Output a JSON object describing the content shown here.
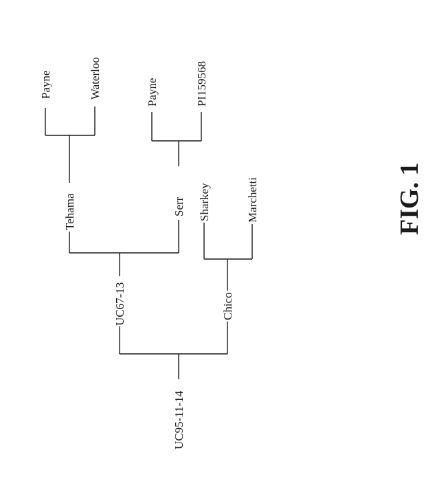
{
  "figure": {
    "label": "FIG. 1"
  },
  "pedigree": {
    "root": "UC95-11-14",
    "root_parents": [
      "UC67-13",
      "Chico"
    ],
    "uc67_parents": [
      "Tehama",
      "Serr"
    ],
    "tehama_parents": [
      "Payne",
      "Waterloo"
    ],
    "serr_parents": [
      "Payne",
      "PI159568"
    ],
    "chico_parents": [
      "Sharkey",
      "Marchetti"
    ]
  }
}
